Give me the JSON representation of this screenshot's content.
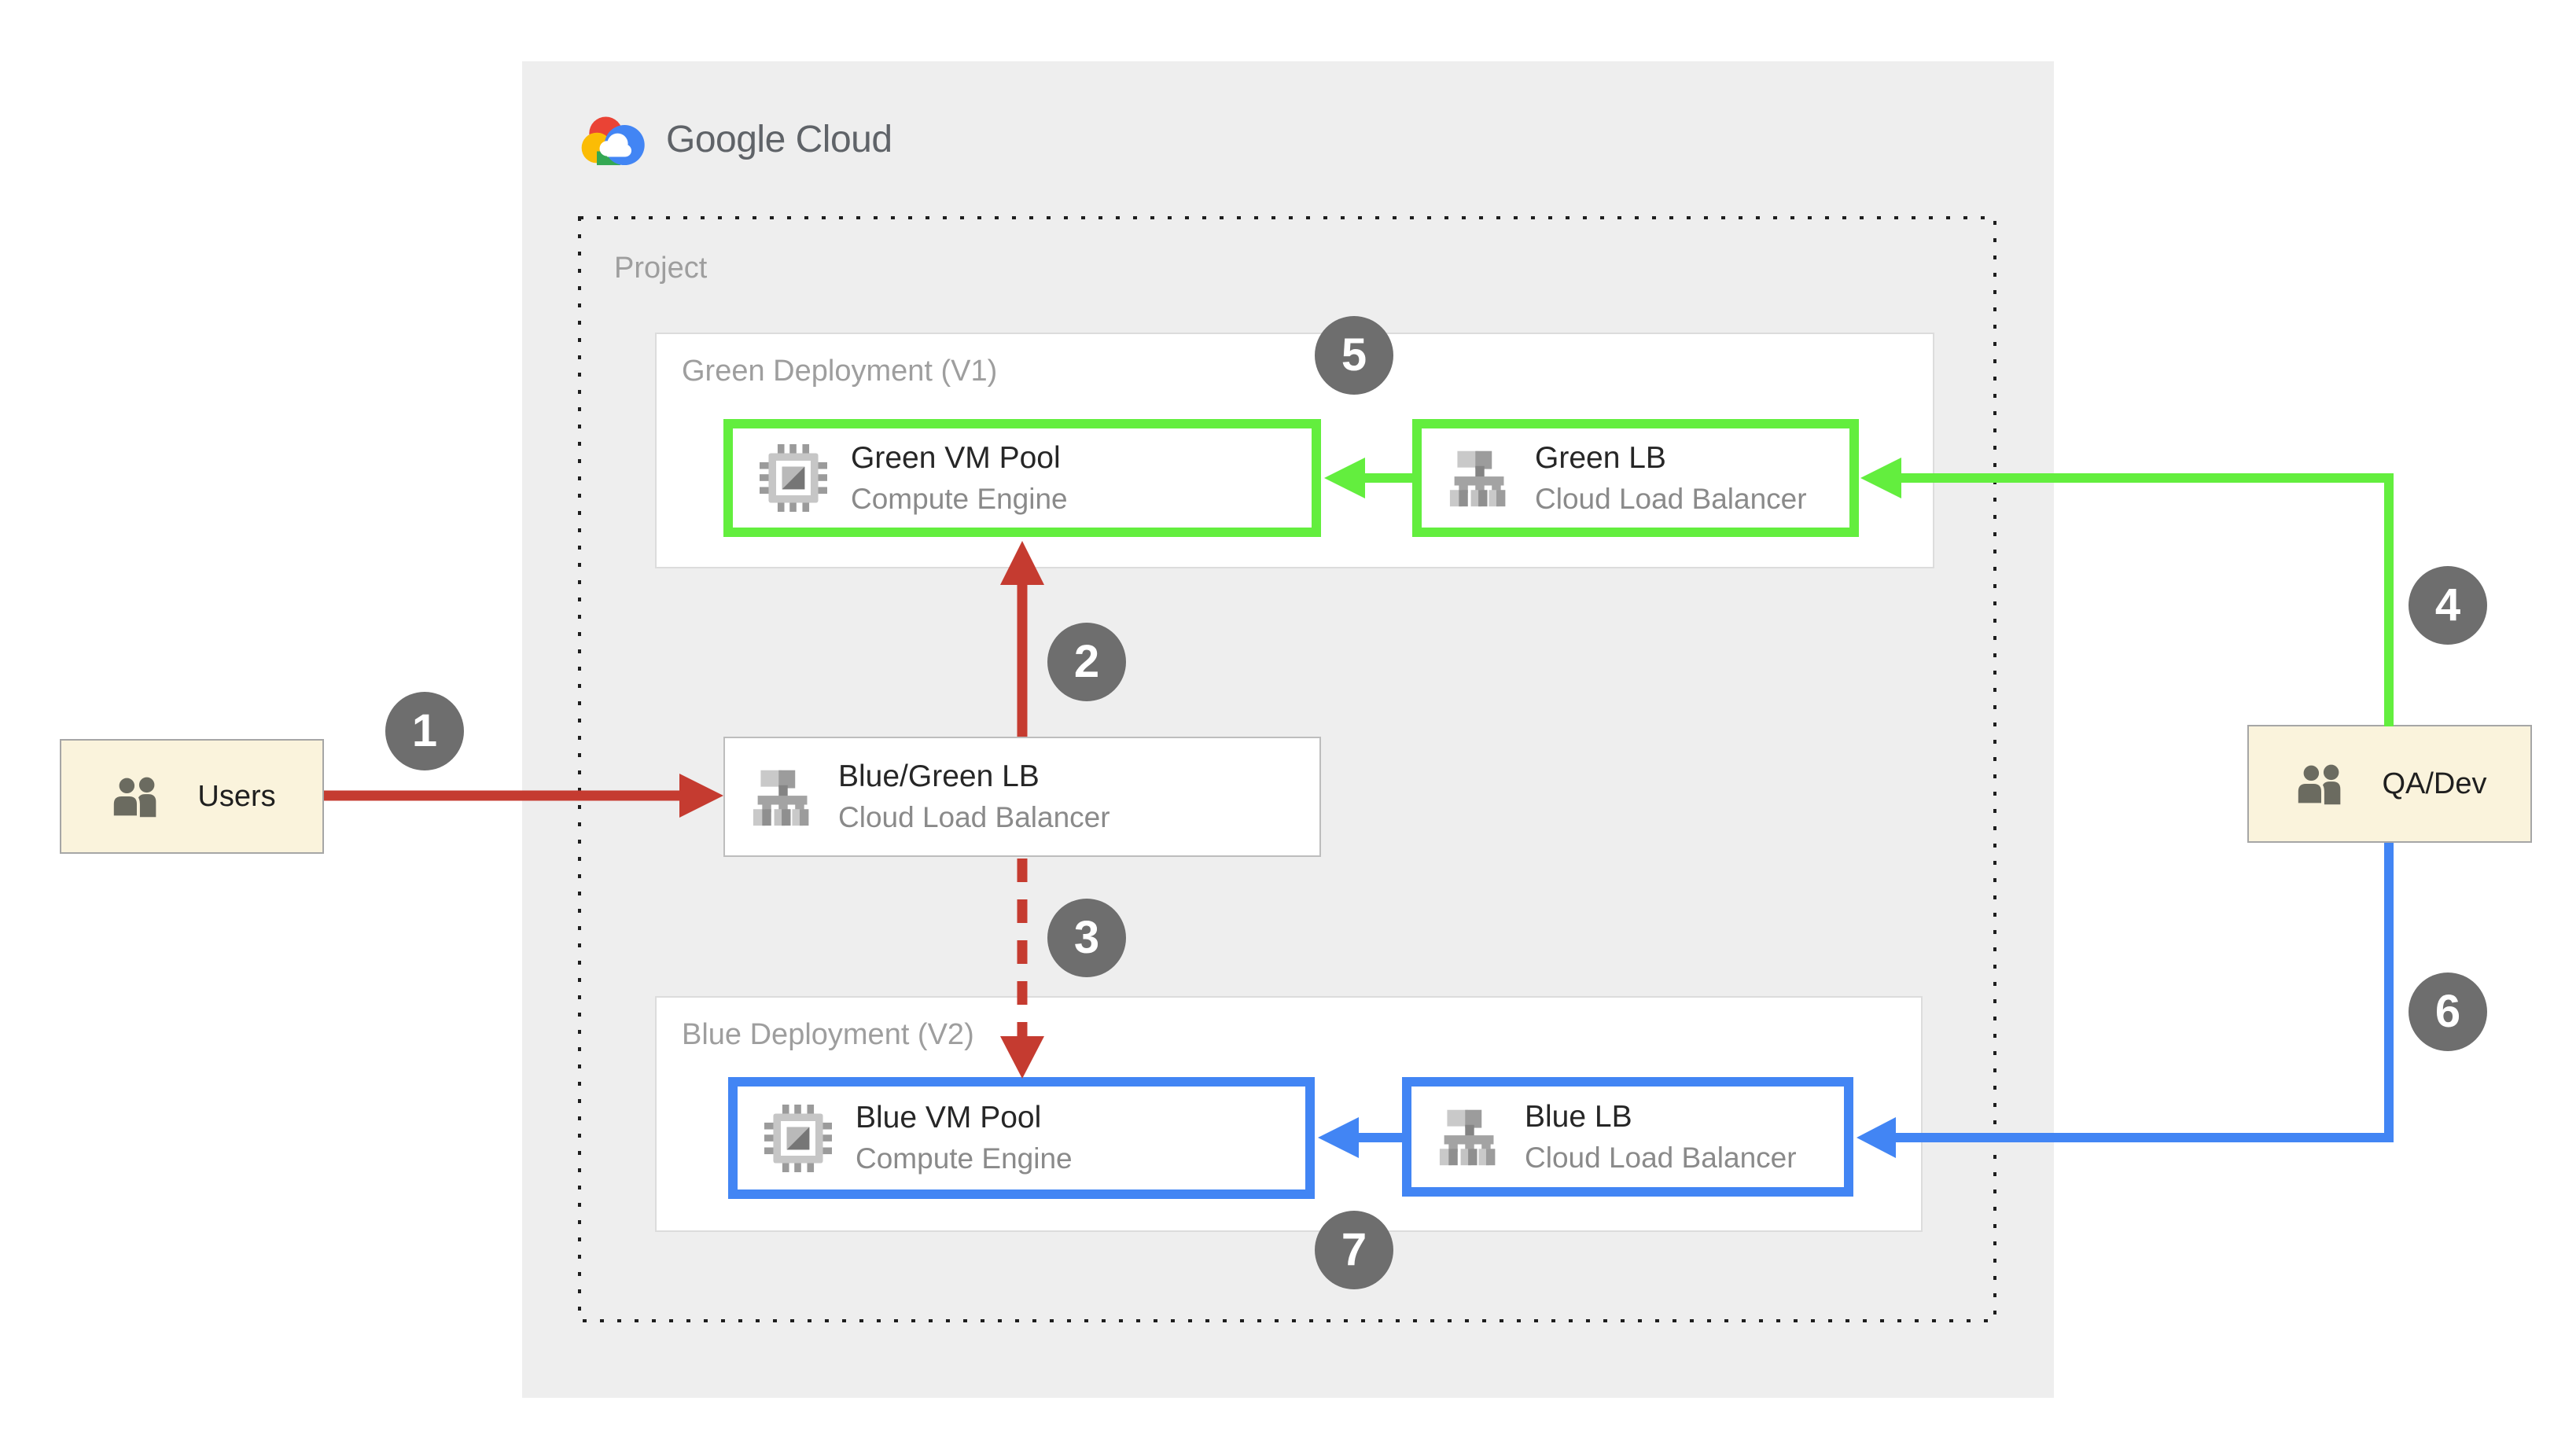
{
  "brand": {
    "wordmark": "Google Cloud"
  },
  "colors": {
    "green": "#63ee3e",
    "blue": "#4285f4",
    "red": "#c53b30",
    "marker": "#6e6e6e",
    "cream": "#faf3dc",
    "panel": "#eeeeee",
    "label_gray": "#9e9e9e",
    "title": "#262626",
    "subtitle": "#8a8a8a",
    "wordmark_gray": "#5f6368"
  },
  "project": {
    "label": "Project"
  },
  "green_deployment": {
    "label": "Green Deployment (V1)",
    "vm_pool": {
      "title": "Green VM Pool",
      "subtitle": "Compute Engine"
    },
    "lb": {
      "title": "Green LB",
      "subtitle": "Cloud Load Balancer"
    }
  },
  "blue_deployment": {
    "label": "Blue Deployment (V2)",
    "vm_pool": {
      "title": "Blue VM Pool",
      "subtitle": "Compute Engine"
    },
    "lb": {
      "title": "Blue LB",
      "subtitle": "Cloud Load Balancer"
    }
  },
  "main_lb": {
    "title": "Blue/Green LB",
    "subtitle": "Cloud Load Balancer"
  },
  "actors": {
    "users": {
      "label": "Users"
    },
    "qa_dev": {
      "label": "QA/Dev"
    }
  },
  "markers": {
    "m1": "1",
    "m2": "2",
    "m3": "3",
    "m4": "4",
    "m5": "5",
    "m6": "6",
    "m7": "7"
  }
}
